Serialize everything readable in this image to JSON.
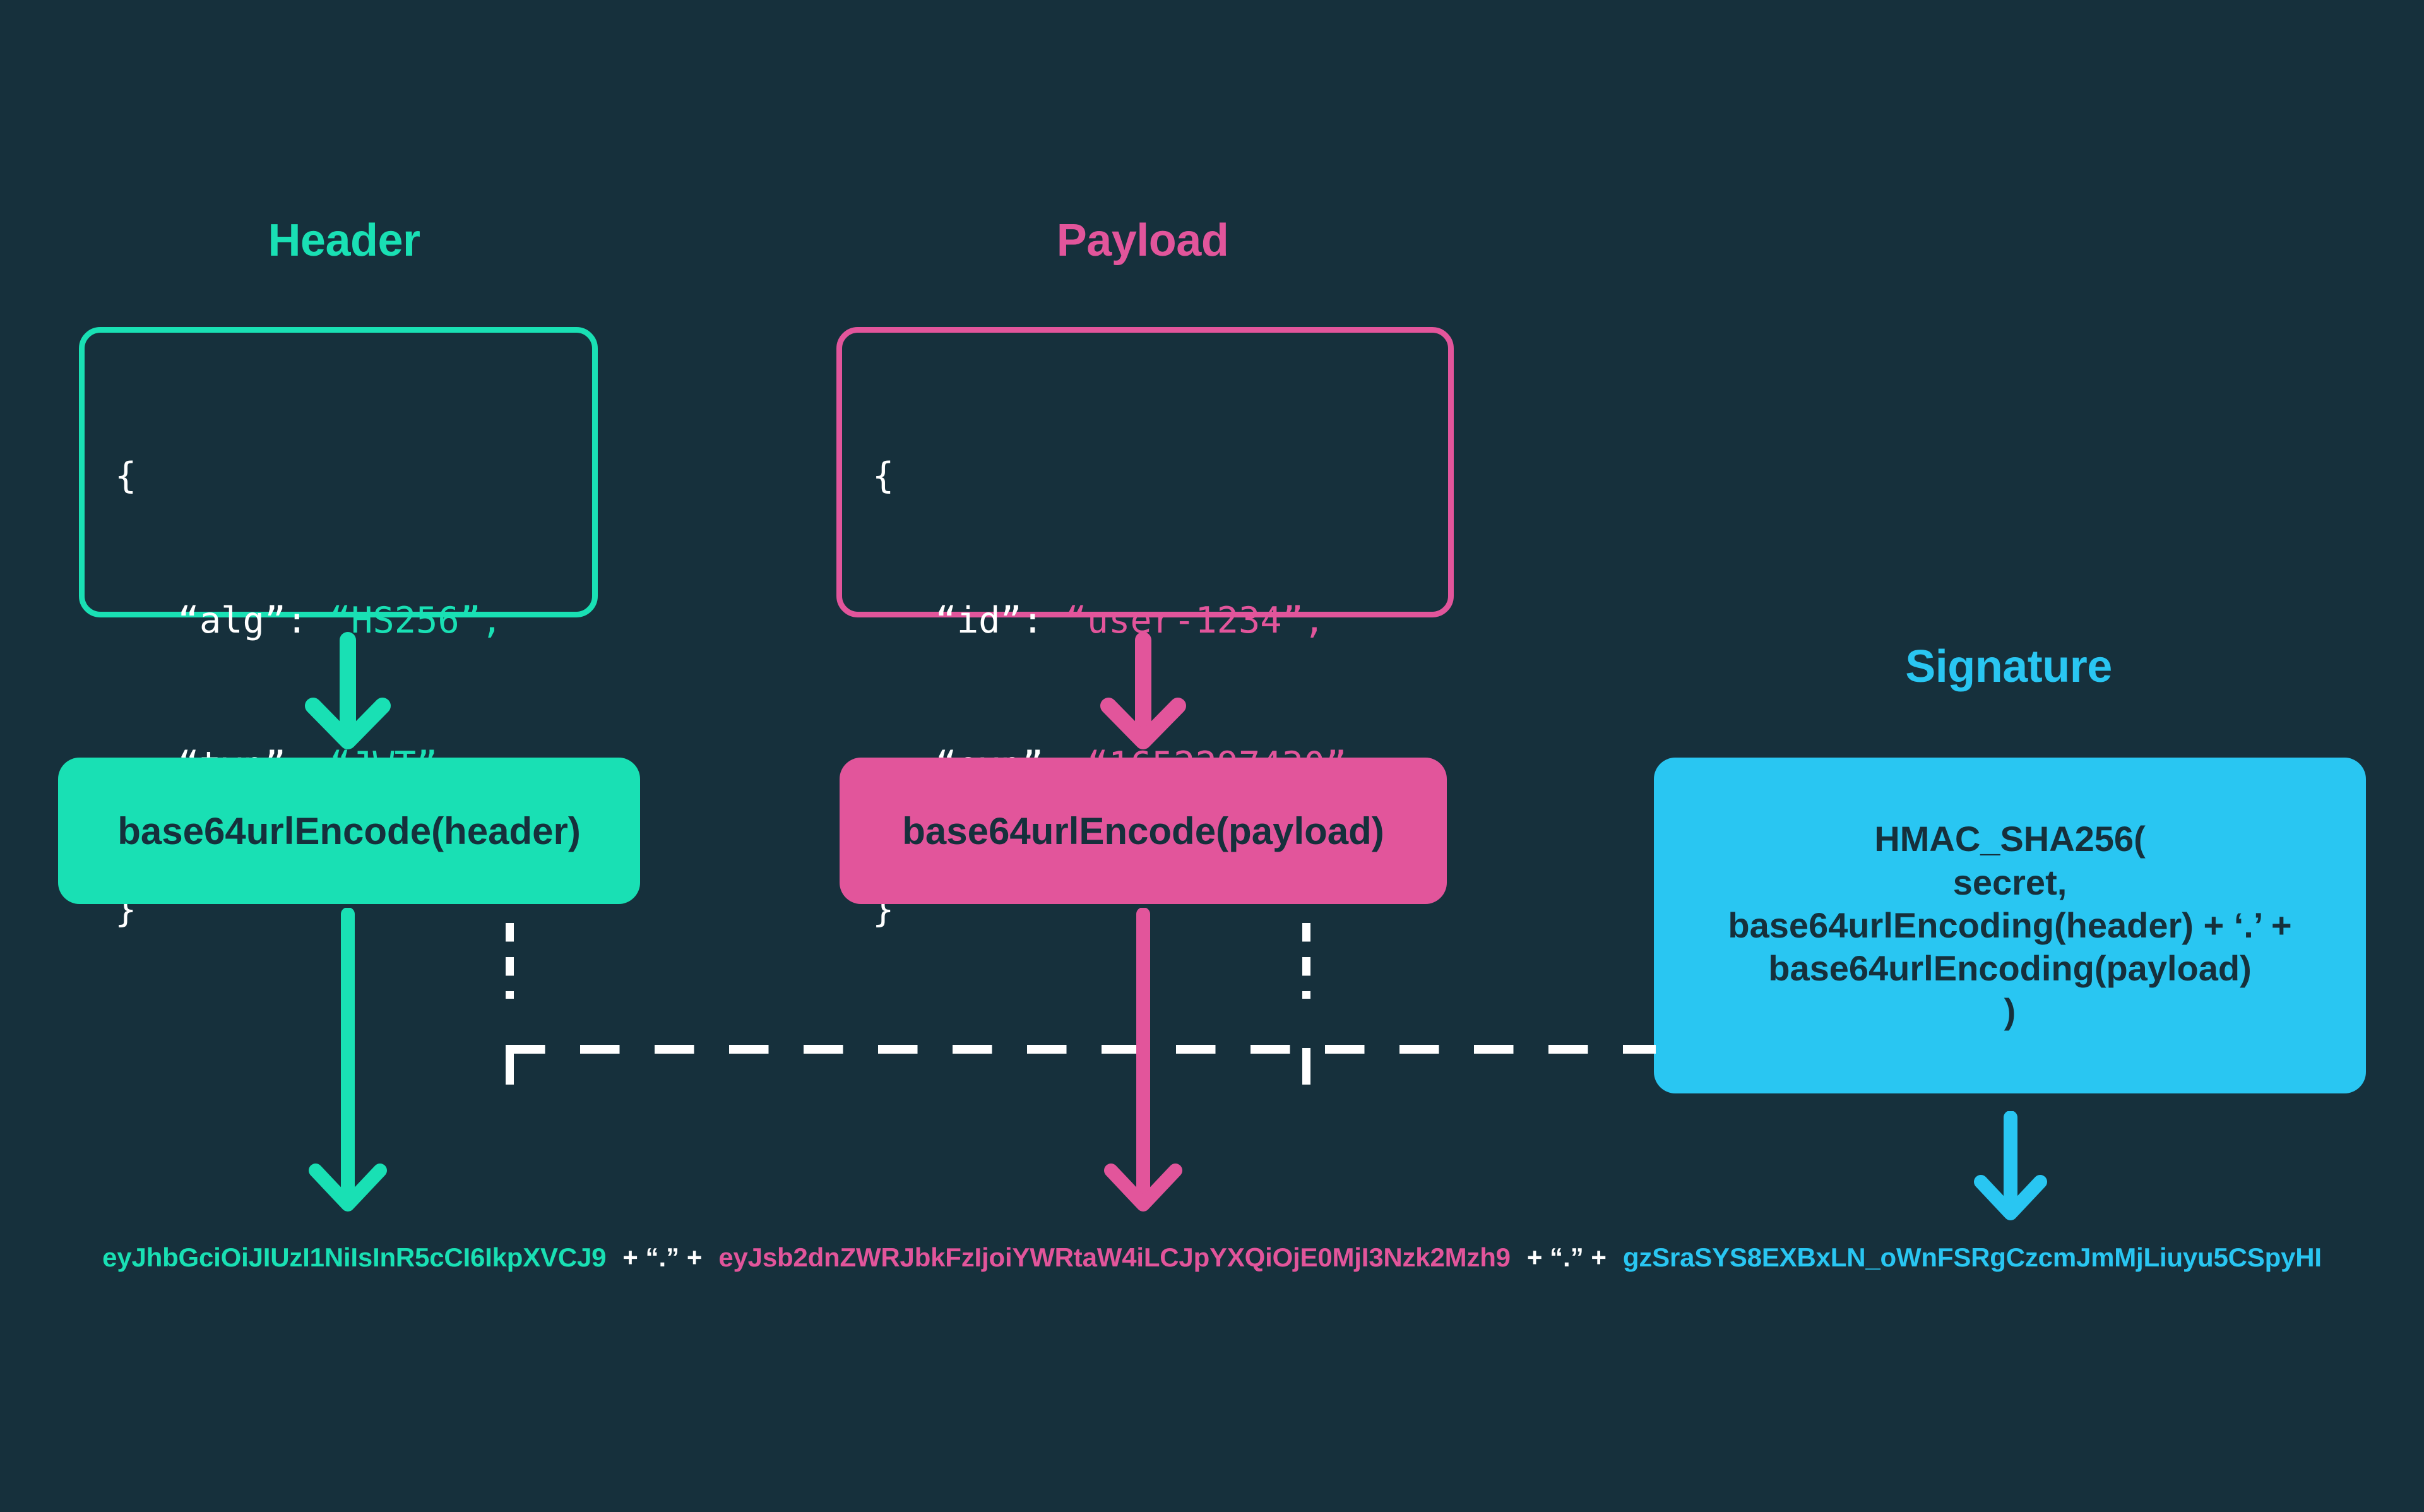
{
  "theme": {
    "background": "#16303C",
    "header_color": "#19E0B4",
    "payload_color": "#E2559B",
    "signature_color": "#29C6F2",
    "text_on_pill": "#16303C",
    "connector_color": "#FFFFFF"
  },
  "columns": {
    "header": {
      "title": "Header",
      "json": {
        "open_brace": "{",
        "lines": [
          {
            "key": "“alg”:",
            "value": "“HS256”,"
          },
          {
            "key": "“typ”:",
            "value": "“JWT”"
          }
        ],
        "close_brace": "}"
      },
      "encode_label": "base64urlEncode(header)",
      "token": "eyJhbGciOiJIUzI1NiIsInR5cCI6IkpXVCJ9"
    },
    "payload": {
      "title": "Payload",
      "json": {
        "open_brace": "{",
        "lines": [
          {
            "key": "“id”:",
            "value": "“user-1234”,"
          },
          {
            "key": "“exp”:",
            "value": "“1652297430”"
          }
        ],
        "close_brace": "}"
      },
      "encode_label": "base64urlEncode(payload)",
      "token": "eyJsb2dnZWRJbkFzIjoiYWRtaW4iLCJpYXQiOjE0MjI3Nzk2Mzh9"
    },
    "signature": {
      "title": "Signature",
      "formula_lines": [
        "HMAC_SHA256(",
        "secret,",
        "base64urlEncoding(header) + ‘.’ +",
        "base64urlEncoding(payload)",
        ")"
      ],
      "token": "gzSraSYS8EXBxLN_oWnFSRgCzcmJmMjLiuyu5CSpyHI"
    }
  },
  "joiners": {
    "first": "+ “.” +",
    "second": "+ “.” +"
  },
  "icons": {
    "arrow_header_to_encode": "arrow-down-icon",
    "arrow_payload_to_encode": "arrow-down-icon",
    "arrow_encode_header_to_token": "arrow-down-icon",
    "arrow_encode_payload_to_token": "arrow-down-icon",
    "arrow_signature_to_token": "arrow-down-icon",
    "connector": "dashed-connector-icon"
  }
}
